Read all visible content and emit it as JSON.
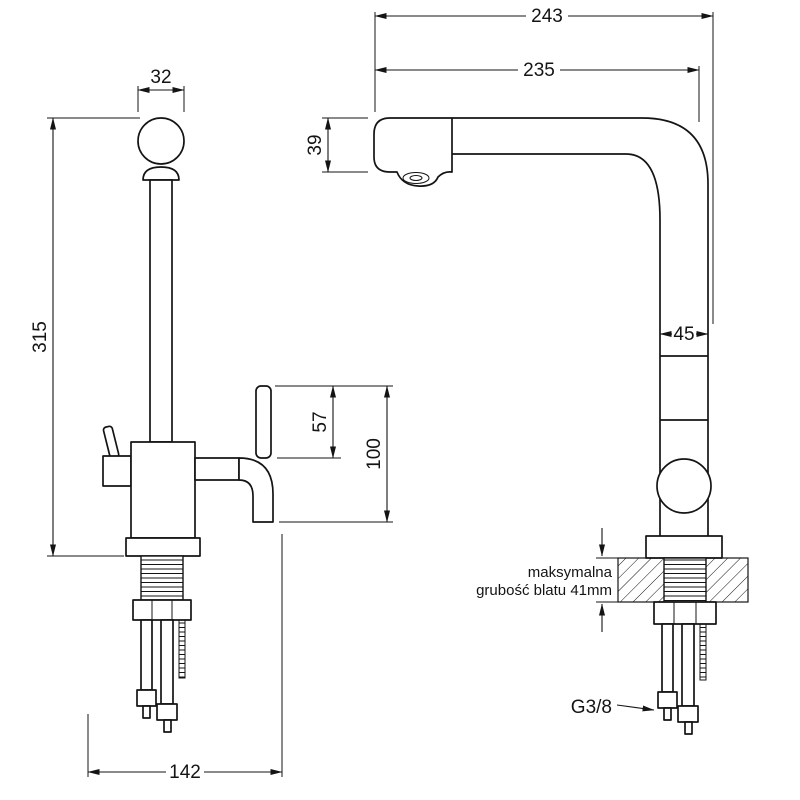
{
  "drawing": {
    "kind": "faucet-technical-drawing",
    "line_color": "#141414",
    "background": "#ffffff"
  },
  "dims": {
    "w32": "32",
    "h315": "315",
    "h57": "57",
    "h100": "100",
    "w142": "142",
    "w243": "243",
    "w235": "235",
    "h39": "39",
    "w45": "45"
  },
  "notes": {
    "counter_line1": "maksymalna",
    "counter_line2": "grubość blatu 41mm",
    "thread": "G3/8"
  }
}
